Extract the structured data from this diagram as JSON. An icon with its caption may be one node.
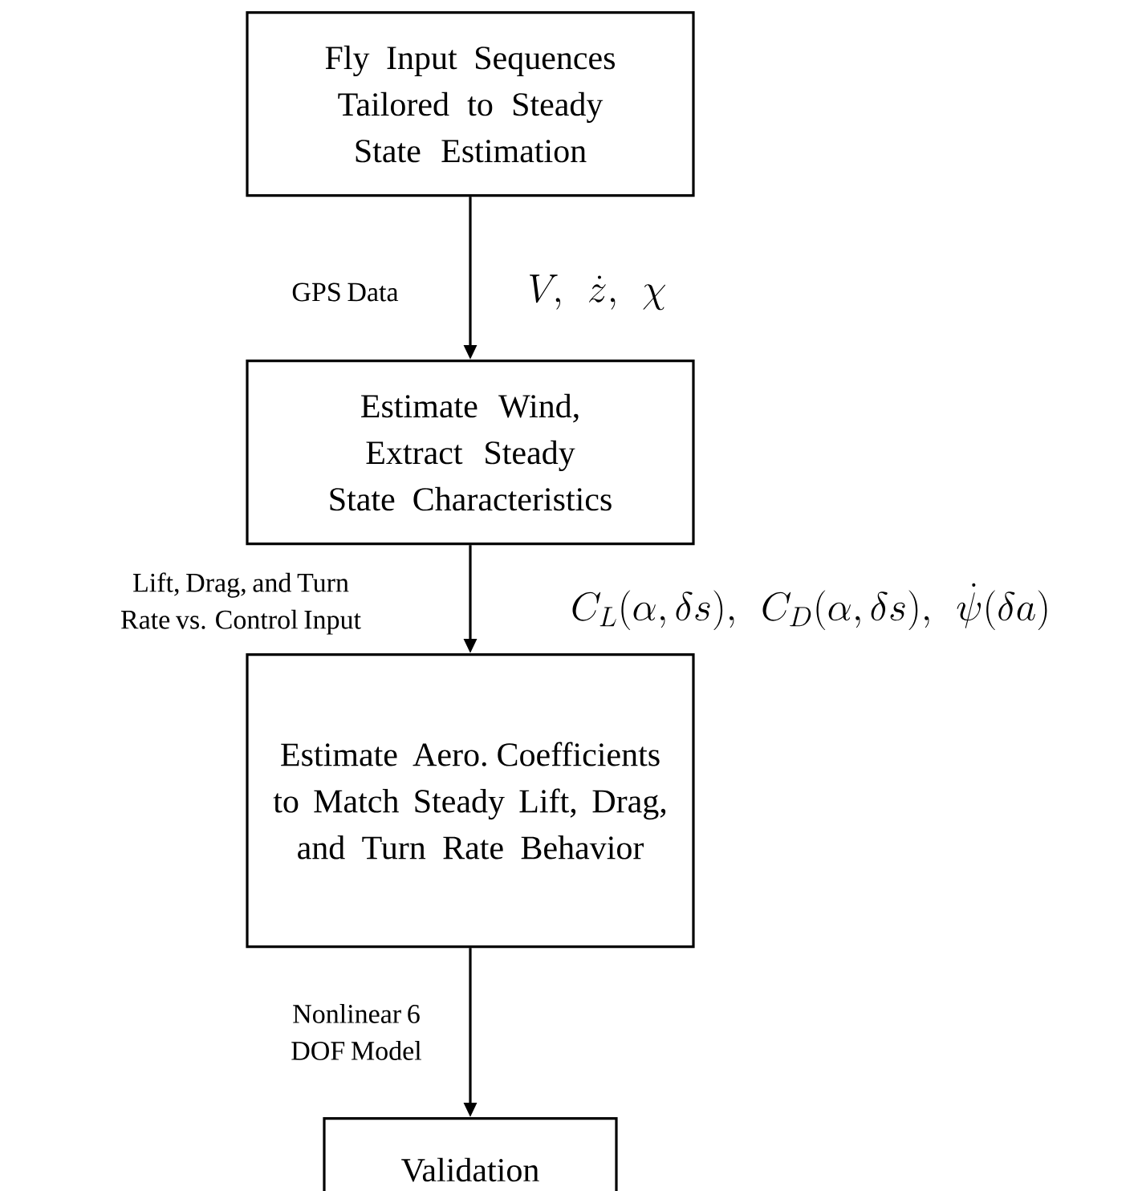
{
  "diagram": {
    "nodes": [
      {
        "text": [
          "Fly Input Sequences Tailored to Steady State Estimation"
        ]
      },
      {
        "text": [
          "Estimate Wind, Extract Steady State Characteristics"
        ]
      },
      {
        "text": [
          "Estimate Aero. Coefficients to Match Steady Lift, Drag, and Turn Rate Behavior"
        ]
      },
      {
        "text": [
          "Validation"
        ]
      }
    ],
    "edges": [
      {
        "from": 0,
        "to": 1,
        "arrow": "to",
        "label": "GPS Data"
      },
      {
        "from": 1,
        "to": 2,
        "arrow": "to",
        "label": "Lift, Drag, and Turn Rate vs. Control Input"
      },
      {
        "from": 2,
        "to": 3,
        "arrow": "to",
        "label": "Nonlinear 6 DOF Model"
      }
    ],
    "labels": [
      "V,\\ \\dot{z},\\ \\chi",
      "C_L(\\alpha,\\delta s),\\ C_D(\\alpha,\\delta s),\\ \\dot{\\psi}(\\delta a)"
    ]
  }
}
